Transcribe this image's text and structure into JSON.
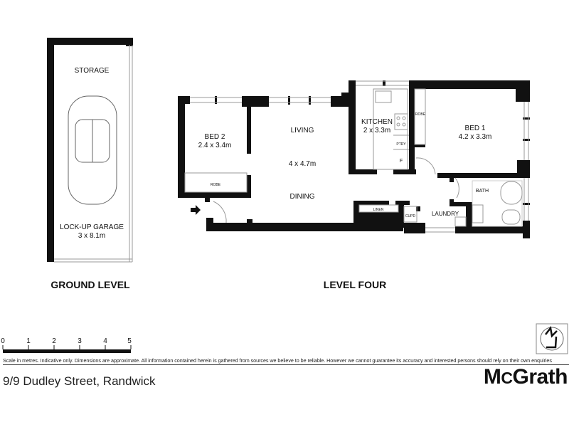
{
  "ground_level": {
    "title": "GROUND LEVEL",
    "rooms": {
      "storage": "STORAGE",
      "garage_name": "LOCK-UP GARAGE",
      "garage_size": "3 x 8.1m"
    }
  },
  "level_four": {
    "title": "LEVEL FOUR",
    "rooms": {
      "bed2_name": "BED 2",
      "bed2_size": "2.4 x 3.4m",
      "robe": "ROBE",
      "living": "LIVING",
      "living_size": "4 x 4.7m",
      "dining": "DINING",
      "kitchen_name": "KITCHEN",
      "kitchen_size": "2 x 3.3m",
      "pantry": "PTRY",
      "fridge": "F",
      "bed1_name": "BED 1",
      "bed1_size": "4.2 x 3.3m",
      "bed1_robe": "ROBE",
      "bath": "BATH",
      "linen": "LINEN",
      "cupboard": "CUPD",
      "laundry": "LAUNDRY"
    }
  },
  "scale": {
    "ticks": [
      "0",
      "1",
      "2",
      "3",
      "4",
      "5"
    ],
    "unit": "metres"
  },
  "disclaimer": "Scale in metres. Indicative only. Dimensions are approximate. All information contained herein is gathered from sources we believe to be reliable. However we cannot guarantee its accuracy and interested persons should rely on their own enquiries",
  "address": "9/9 Dudley Street, Randwick",
  "brand": {
    "logo_text": "McGrath",
    "color": "#111111"
  },
  "icons": {
    "compass": "north-arrow-icon",
    "entry": "entry-arrow-icon"
  }
}
